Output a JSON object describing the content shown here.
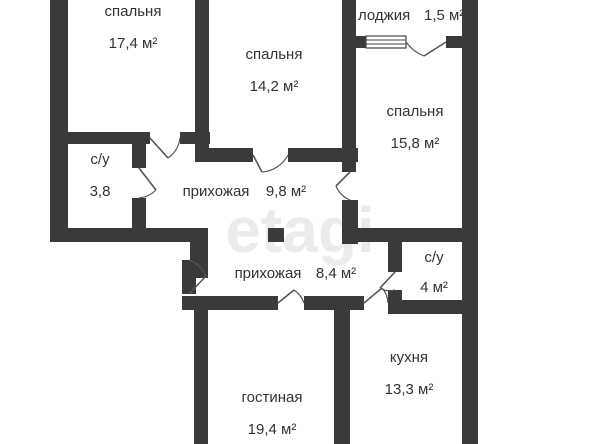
{
  "watermark": "etagi",
  "rooms": {
    "bedroom1": {
      "name": "спальня",
      "area": "17,4 м²"
    },
    "bedroom2": {
      "name": "спальня",
      "area": "14,2 м²"
    },
    "bedroom3": {
      "name": "спальня",
      "area": "15,8 м²"
    },
    "loggia": {
      "name": "лоджия",
      "area": "1,5 м²"
    },
    "bath1": {
      "name": "с/у",
      "area": "3,8"
    },
    "hall1": {
      "name": "прихожая",
      "area": "9,8 м²"
    },
    "hall2": {
      "name": "прихожая",
      "area": "8,4 м²"
    },
    "bath2": {
      "name": "с/у",
      "area": "4 м²"
    },
    "kitchen": {
      "name": "кухня",
      "area": "13,3 м²"
    },
    "living": {
      "name": "гостиная",
      "area": "19,4 м²"
    }
  },
  "colors": {
    "wall": "#3a3a3c",
    "background": "#ffffff",
    "text": "#333333"
  }
}
